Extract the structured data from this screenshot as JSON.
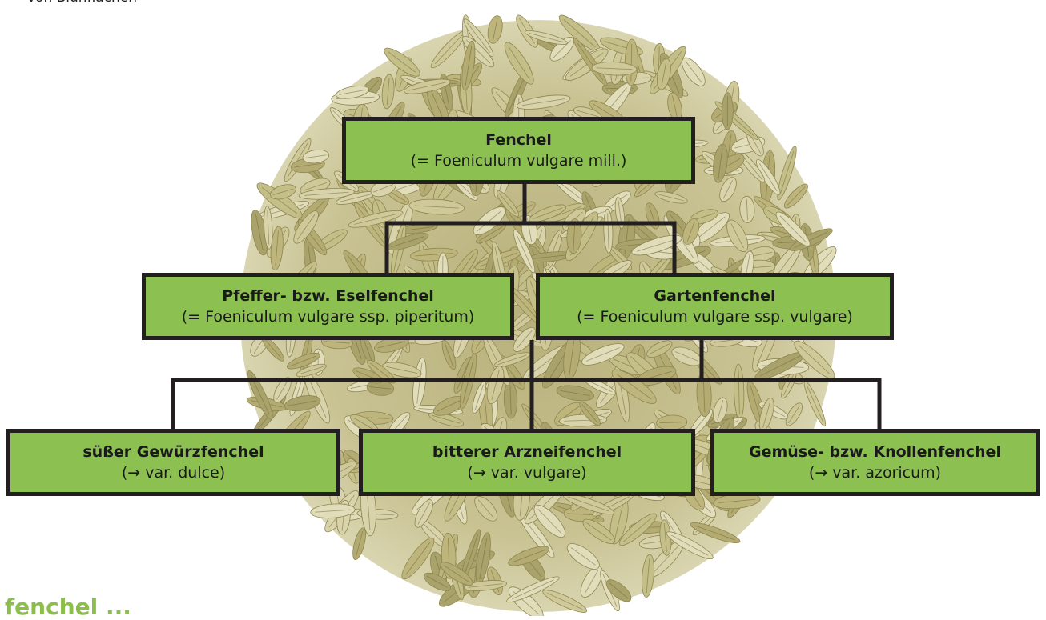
{
  "top_text": "von Blühflächen",
  "bottom_text": "fenchel ...",
  "tree": {
    "root": {
      "title": "Fenchel",
      "subtitle": "(= Foeniculum vulgare mill.)"
    },
    "level2": [
      {
        "title": "Pfeffer- bzw. Eselfenchel",
        "subtitle": "(= Foeniculum vulgare ssp. piperitum)"
      },
      {
        "title": "Gartenfenchel",
        "subtitle": "(= Foeniculum vulgare ssp. vulgare)"
      }
    ],
    "level3": [
      {
        "title": "süßer Gewürzfenchel",
        "subtitle": "(→ var. dulce)"
      },
      {
        "title": "bitterer Arzneifenchel",
        "subtitle": "(→ var. vulgare)"
      },
      {
        "title": "Gemüse- bzw. Knollenfenchel",
        "subtitle": "(→ var. azoricum)"
      }
    ]
  },
  "colors": {
    "node_fill": "#8cc152",
    "border": "#231f20",
    "seed_base": "#c8c391",
    "seed_dark": "#6f6a3a"
  },
  "background_icon": "fennel-seeds-pile"
}
